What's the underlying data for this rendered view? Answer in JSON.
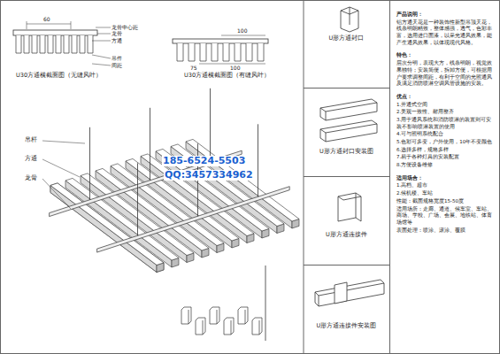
{
  "diagram": {
    "nodes": [
      {
        "text": [
          "U形方通封口"
        ]
      },
      {
        "text": [
          "U形方通封口安装图"
        ]
      },
      {
        "text": [
          "U形方通连接件"
        ]
      },
      {
        "text": [
          "U形方通连接件安装图"
        ]
      },
      {
        "text": [
          "产品说明：",
          "铝方通天花是一种装饰性新型吊顶天花，线条明朗精致，整体感强，透气，色彩丰富，选用进口面漆，以采光通风效果，能产生通风效果，以体现现代风格。",
          "特色：",
          "层次分明，表现大方，线条明朗，视觉效果独特；安装简便，拆卸方便，可根据用户要求调整间距，有利于空间的光照通风及满足消防喷淋空调风管设施的安装。",
          "优点：",
          "1.开通式空间",
          "2.美观一致性、耐用整齐",
          "3.用于通风系统和消防喷淋的装置则可安装不影响喷淋装置的使用",
          "4.可与照明系统配合",
          "5.色彩可多变，户外使用，10年不变颜色",
          "6.选择多样，规格多样",
          "7.易于各种灯具的安装配置",
          "8.方便设备维修",
          "适用场合：",
          "1.高档、超市",
          "2.候机楼、车站",
          "性能：截面规格宽度15-50度",
          "适用场所：走廊、通道、候车室、车站、商场、学校、广场、会展、地铁站、体育场馆等",
          "表面处理：喷涂、滚涂、覆膜"
        ]
      }
    ],
    "edges": [],
    "labels": [
      "60",
      "龙骨中心距",
      "龙骨",
      "方通",
      "吊件",
      "间距",
      "U30方通横截面图（无缝风叶）",
      "100",
      "75",
      "100",
      "U30方通横截面图（有缝风叶）",
      "吊杆",
      "方通",
      "龙骨",
      "185-6524-5503",
      "QQ:3457334962"
    ]
  }
}
